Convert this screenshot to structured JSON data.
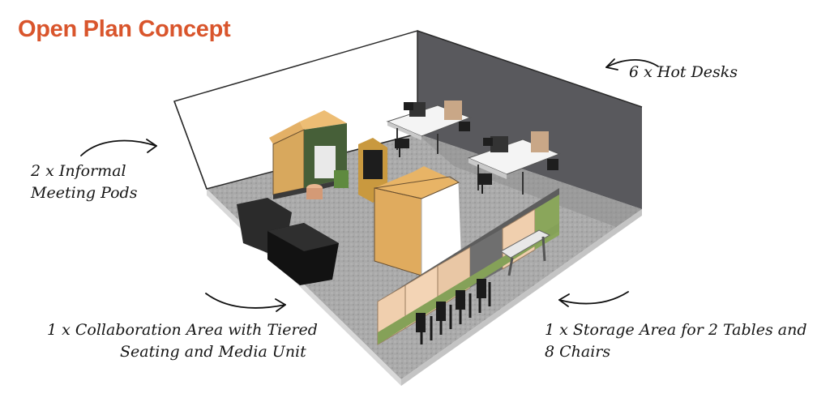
{
  "title": "Open Plan Concept",
  "colors": {
    "title": "#d9552c",
    "floor": "#a8a8a8",
    "wall_back": "#58585c",
    "wall_left": "#ffffff",
    "wood": "#e2b168",
    "cabinet_peach": "#f0cfae",
    "cabinet_green": "#88a65a",
    "cabinet_grey": "#6c6c6c",
    "sofa": "#1c1c1c",
    "pod_fabric": "#4e6b40"
  },
  "labels": {
    "hot_desks": [
      "6 x Hot Desks"
    ],
    "meeting_pods": [
      "2 x Informal",
      "Meeting Pods"
    ],
    "collaboration": [
      "1 x Collaboration Area with Tiered",
      "Seating and Media Unit"
    ],
    "storage": [
      "1 x Storage Area for 2 Tables and",
      "8 Chairs"
    ]
  },
  "icons": {
    "arrow_hot_desks": "arrow-left-icon",
    "arrow_meeting_pods": "arrow-right-icon",
    "arrow_collaboration": "arrow-right-icon",
    "arrow_storage": "arrow-left-icon"
  }
}
